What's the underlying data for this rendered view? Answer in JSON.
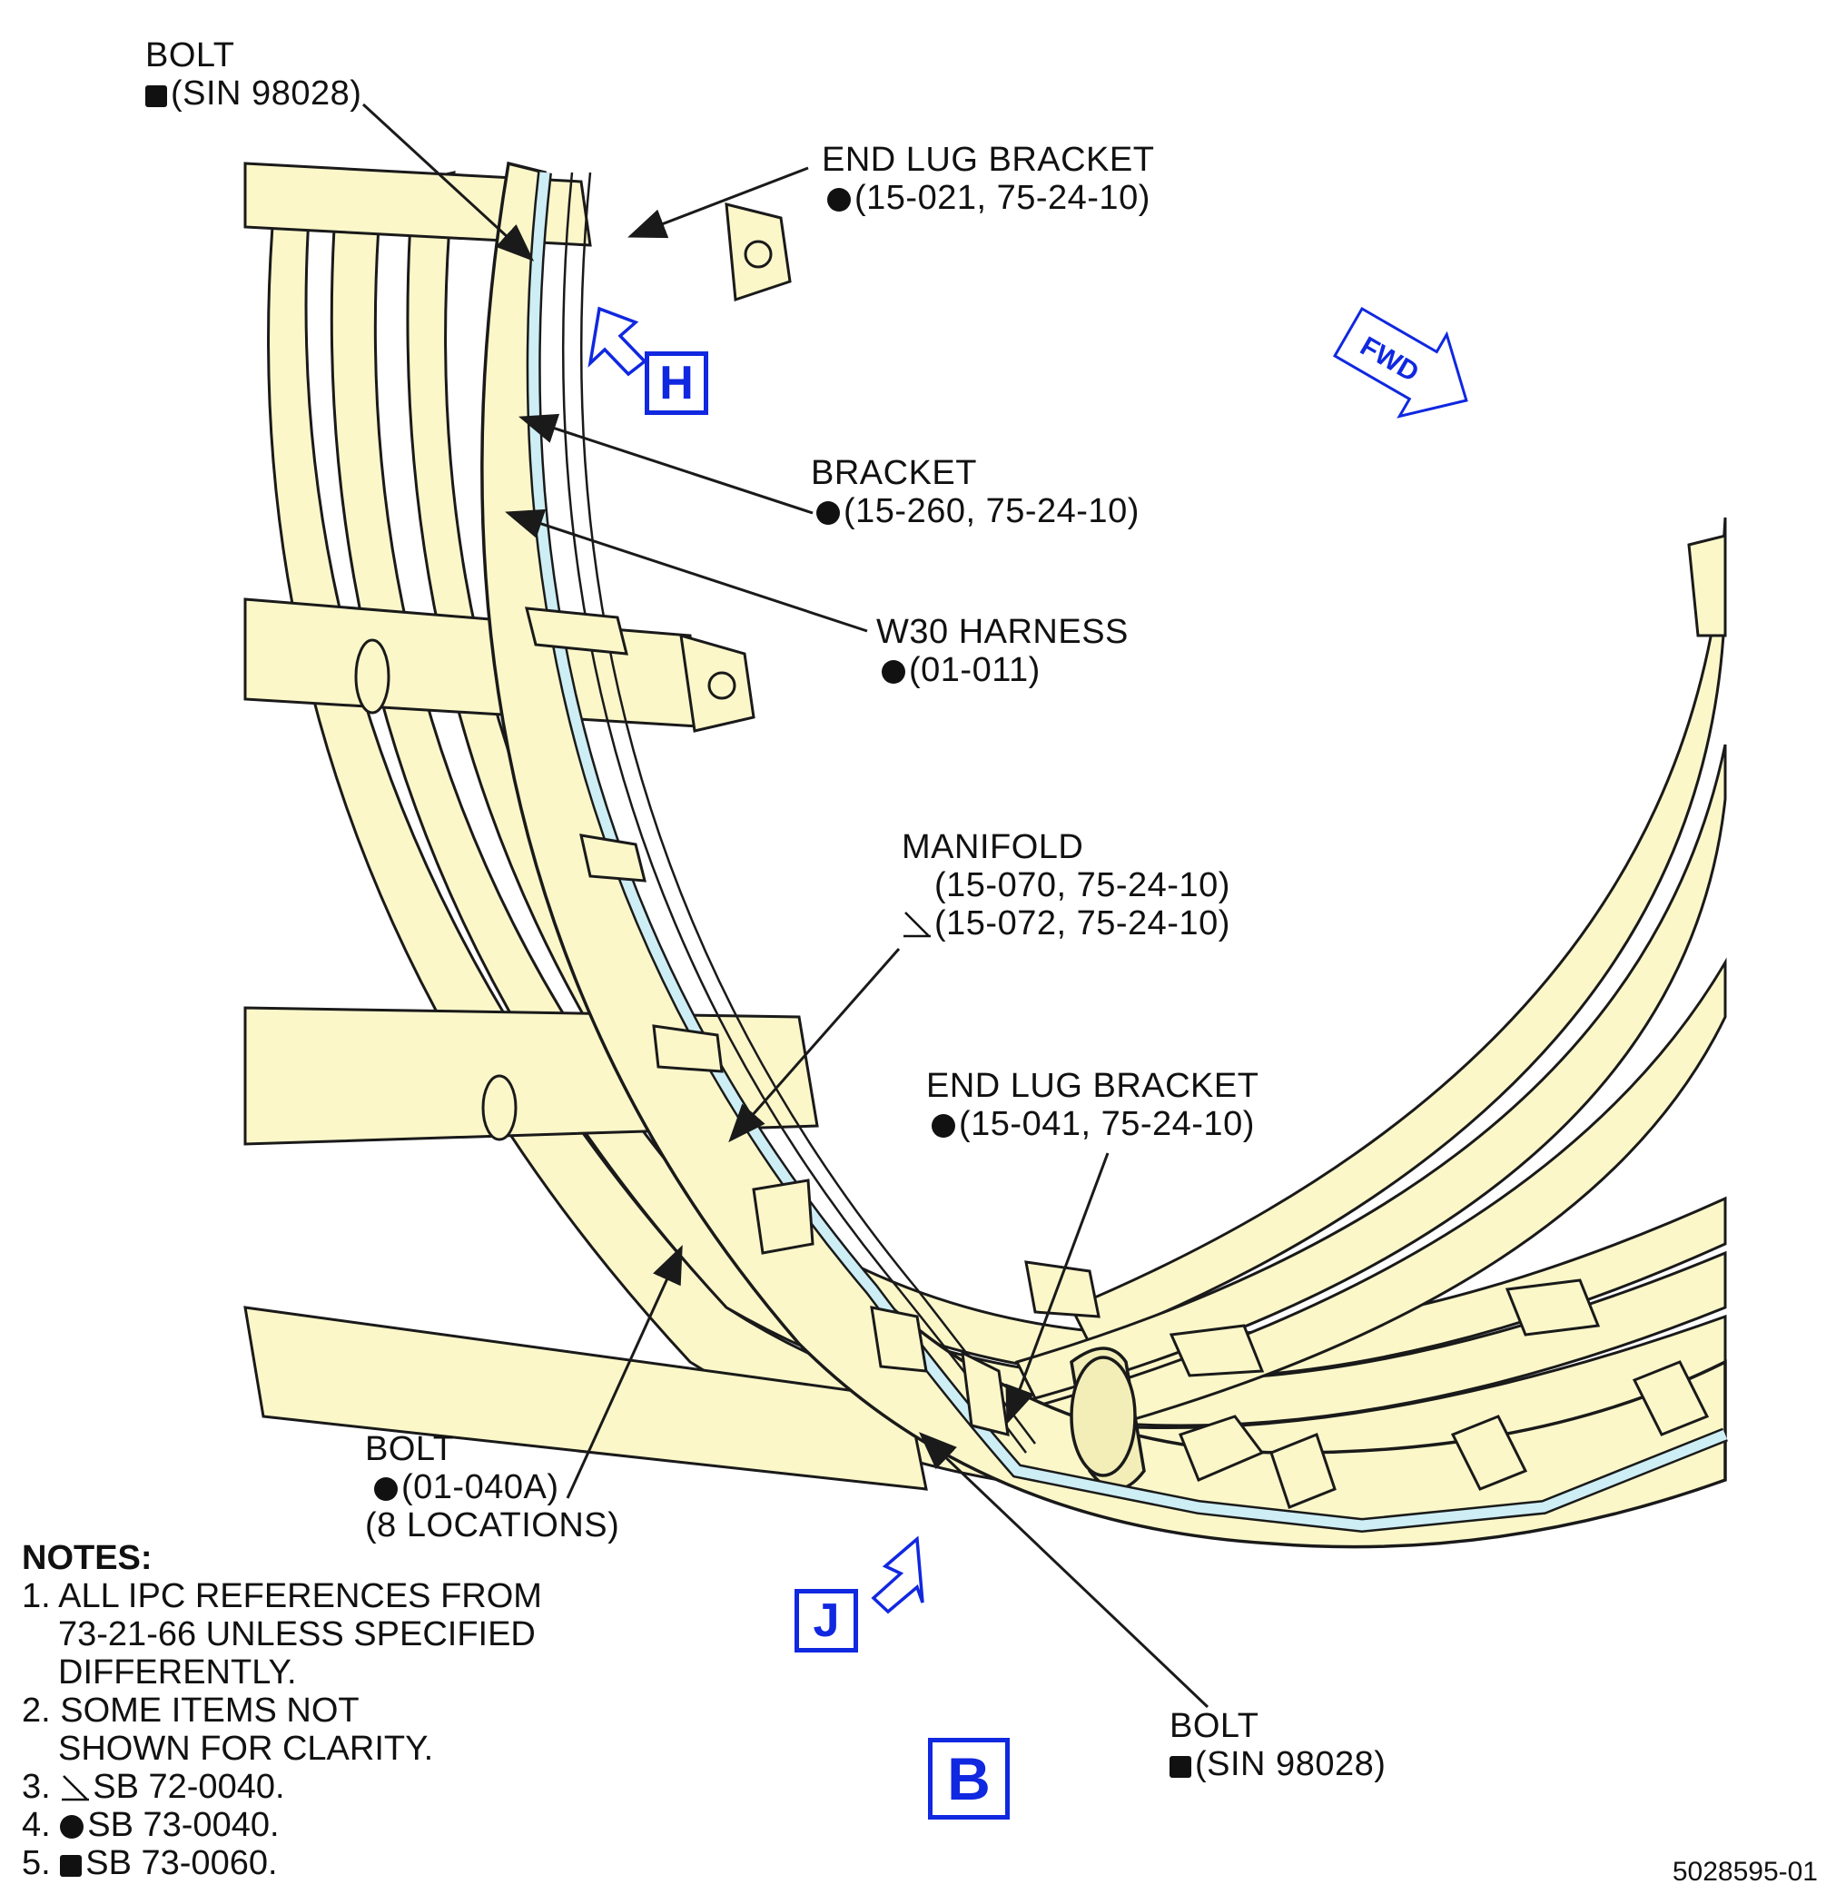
{
  "callouts": {
    "bolt_top": {
      "line1": "BOLT",
      "line2": "(SIN 98028)"
    },
    "end_lug_top": {
      "line1": "END LUG BRACKET",
      "line2": "(15-021, 75-24-10)"
    },
    "bracket": {
      "line1": "BRACKET",
      "line2": "(15-260, 75-24-10)"
    },
    "w30": {
      "line1": "W30 HARNESS",
      "line2": "(01-011)"
    },
    "manifold": {
      "line1": "MANIFOLD",
      "line2": "(15-070, 75-24-10)",
      "line3": "(15-072, 75-24-10)"
    },
    "end_lug_bottom": {
      "line1": "END LUG BRACKET",
      "line2": "(15-041, 75-24-10)"
    },
    "bolt_mid": {
      "line1": "BOLT",
      "line2": "(01-040A)",
      "line3": "(8 LOCATIONS)"
    },
    "bolt_bottom": {
      "line1": "BOLT",
      "line2": "(SIN 98028)"
    }
  },
  "view_labels": {
    "h": "H",
    "j": "J",
    "b": "B"
  },
  "fwd_label": "FWD",
  "notes": {
    "title": "NOTES:",
    "n1a": "1. ALL IPC REFERENCES FROM",
    "n1b": "73-21-66 UNLESS SPECIFIED",
    "n1c": "DIFFERENTLY.",
    "n2a": "2. SOME ITEMS NOT",
    "n2b": "SHOWN FOR CLARITY.",
    "n3_num": "3.",
    "n3_text": "SB 72-0040.",
    "n4_num": "4.",
    "n4_text": "SB 73-0040.",
    "n5_num": "5.",
    "n5_text": "SB 73-0060."
  },
  "doc_number": "5028595-01",
  "colors": {
    "fill": "#fbf7c9",
    "harness": "#cdeef4",
    "accent": "#1028e0",
    "line": "#1a1a1a"
  }
}
